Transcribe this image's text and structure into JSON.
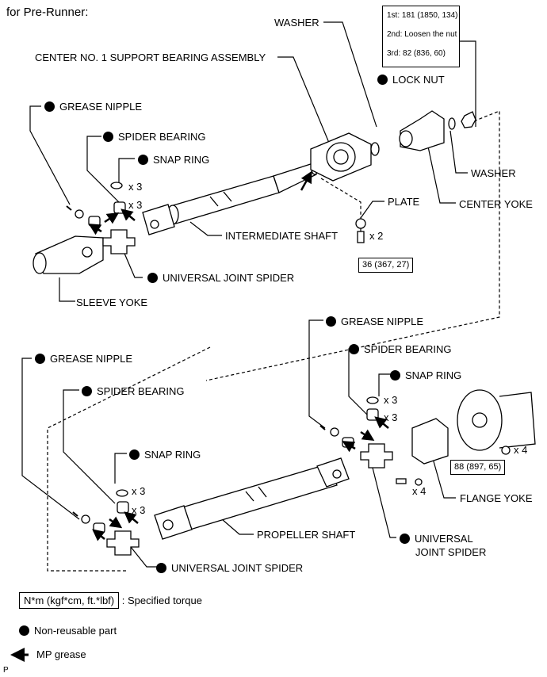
{
  "title": "for Pre-Runner:",
  "torque_steps": [
    "1st: 181 (1850, 134)",
    "2nd: Loosen the nut",
    "3rd: 82 (836, 60)"
  ],
  "labels": {
    "washer_top": "WASHER",
    "center_bearing": "CENTER NO. 1 SUPPORT BEARING ASSEMBLY",
    "lock_nut": "LOCK NUT",
    "grease_nipple_1": "GREASE NIPPLE",
    "spider_bearing_1": "SPIDER BEARING",
    "snap_ring_1": "SNAP RING",
    "washer_right": "WASHER",
    "center_yoke": "CENTER YOKE",
    "plate": "PLATE",
    "intermediate_shaft": "INTERMEDIATE SHAFT",
    "ujs_1": "UNIVERSAL JOINT SPIDER",
    "sleeve_yoke": "SLEEVE YOKE",
    "grease_nipple_2": "GREASE NIPPLE",
    "spider_bearing_2": "SPIDER BEARING",
    "snap_ring_2": "SNAP RING",
    "grease_nipple_3": "GREASE NIPPLE",
    "spider_bearing_3": "SPIDER BEARING",
    "snap_ring_3": "SNAP RING",
    "flange_yoke": "FLANGE YOKE",
    "propeller_shaft": "PROPELLER SHAFT",
    "ujs_2a": "UNIVERSAL",
    "ujs_2b": "JOINT SPIDER",
    "ujs_3": "UNIVERSAL JOINT SPIDER"
  },
  "qty": {
    "x3": "x 3",
    "x2": "x 2",
    "x4": "x 4"
  },
  "torque_boxes": {
    "plate_bolt": "36 (367, 27)",
    "flange_bolt": "88 (897, 65)"
  },
  "legend": {
    "torque_unit": "N*m (kgf*cm, ft.*lbf)",
    "torque_text": ": Specified torque",
    "non_reusable": "Non-reusable part",
    "mp_grease": "MP grease"
  },
  "footer_code": "P"
}
